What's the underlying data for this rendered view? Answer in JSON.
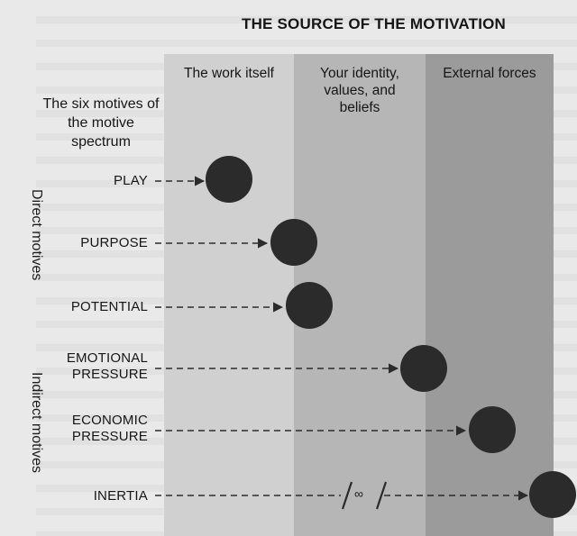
{
  "source_title": "THE SOURCE OF THE MOTIVATION",
  "spectrum_title": "The six motives of the motive spectrum",
  "sources": [
    {
      "label": "The work itself"
    },
    {
      "label": "Your identity, values, and beliefs"
    },
    {
      "label": "External forces"
    }
  ],
  "groups": [
    {
      "label": "Direct motives"
    },
    {
      "label": "Indirect motives"
    }
  ],
  "motives": [
    {
      "label": "PLAY"
    },
    {
      "label": "PURPOSE"
    },
    {
      "label": "POTENTIAL"
    },
    {
      "label": "EMOTIONAL PRESSURE"
    },
    {
      "label": "ECONOMIC PRESSURE"
    },
    {
      "label": "INERTIA"
    }
  ],
  "infinity_symbol": "∞",
  "colors": {
    "band_work": "#d0d0d0",
    "band_identity": "#b6b6b6",
    "band_external": "#9b9b9b",
    "dot": "#2b2b2b"
  }
}
